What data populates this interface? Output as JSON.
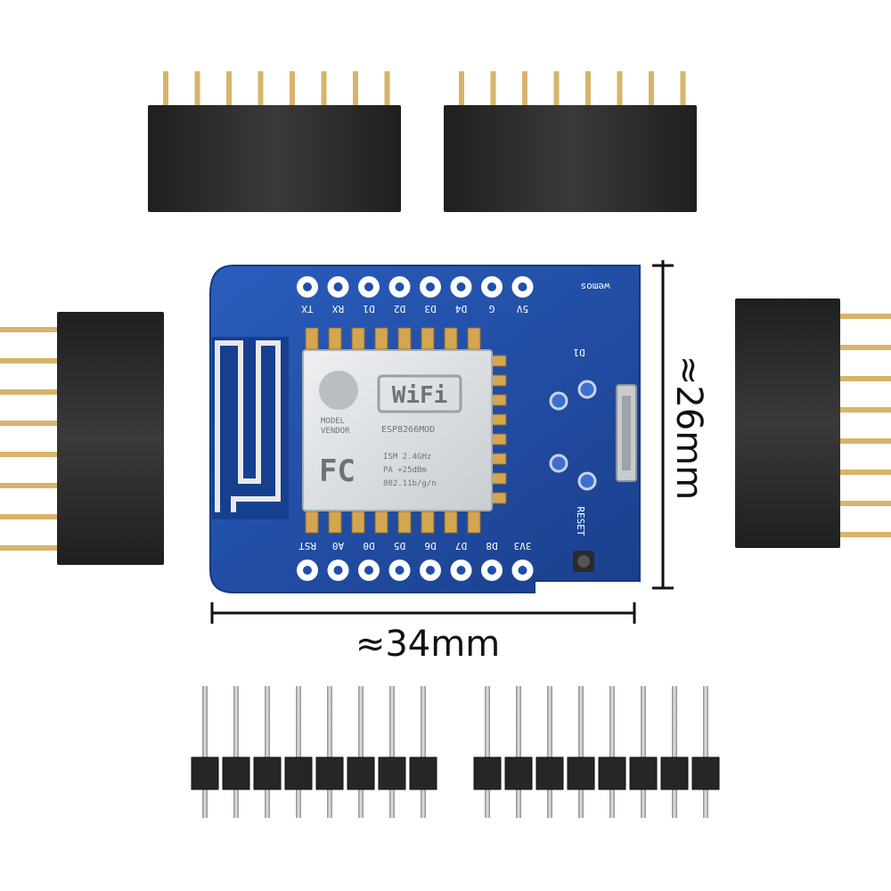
{
  "dimensions": {
    "height_label": "≈26mm",
    "width_label": "≈34mm"
  },
  "board": {
    "top_pin_labels": [
      "TX",
      "RX",
      "D1",
      "D2",
      "D3",
      "D4",
      "G",
      "5V"
    ],
    "bottom_pin_labels": [
      "RST",
      "A0",
      "D0",
      "D5",
      "D6",
      "D7",
      "D8",
      "3V3"
    ],
    "brand_text": "wemos",
    "model_text": "D1",
    "reset_label": "RESET"
  },
  "module": {
    "wifi_logo": "WiFi",
    "maker_line1": "MODEL",
    "maker_line2": "VENDOR",
    "chip_name": "ESP8266MOD",
    "spec_line1": "ISM 2.4GHz",
    "spec_line2": "PA +25dBm",
    "spec_line3": "802.11b/g/n",
    "fcc_mark": "FC"
  },
  "colors": {
    "pcb": "#1f4fa8",
    "header_plastic": "#2b2b2b",
    "pin_gold": "#d7b46a",
    "shield": "#d9dde0"
  }
}
